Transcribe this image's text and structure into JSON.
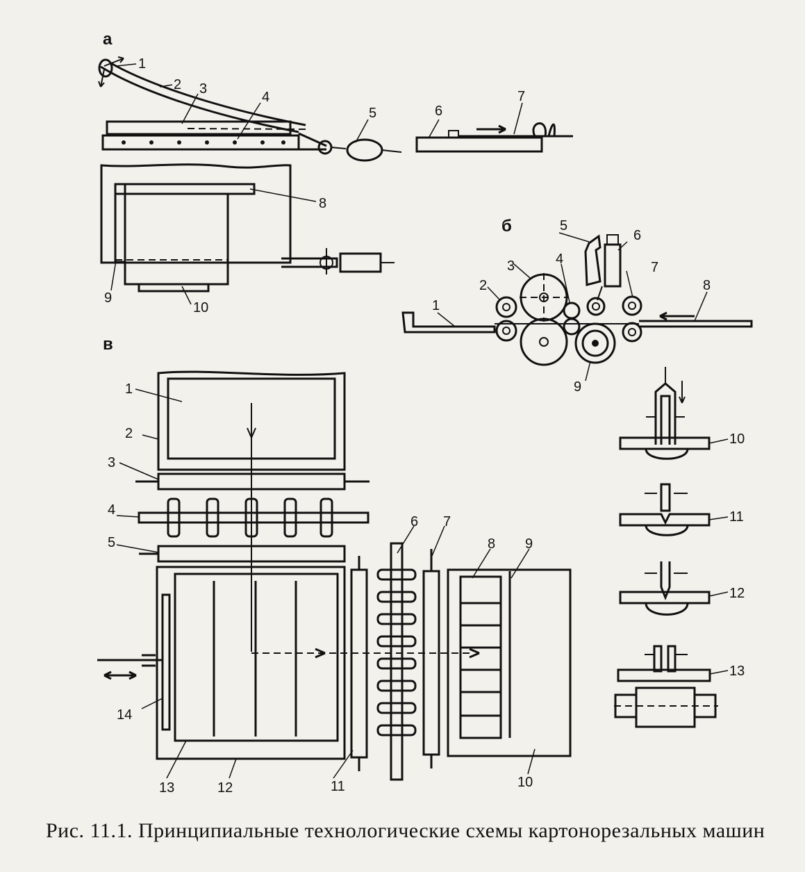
{
  "panels": {
    "a": {
      "label": "а",
      "callouts": [
        "1",
        "2",
        "3",
        "4",
        "5",
        "6",
        "7",
        "8",
        "9",
        "10"
      ]
    },
    "b": {
      "label": "б",
      "callouts": [
        "1",
        "2",
        "3",
        "4",
        "5",
        "6",
        "7",
        "8",
        "9"
      ]
    },
    "v": {
      "label": "в",
      "callouts": [
        "1",
        "2",
        "3",
        "4",
        "5",
        "6",
        "7",
        "8",
        "9",
        "10",
        "11",
        "12",
        "13",
        "14"
      ]
    },
    "g": {
      "callouts": [
        "10",
        "11",
        "12",
        "13"
      ]
    }
  },
  "caption": "Рис. 11.1. Принципиальные технологические схемы картонорезальных машин"
}
